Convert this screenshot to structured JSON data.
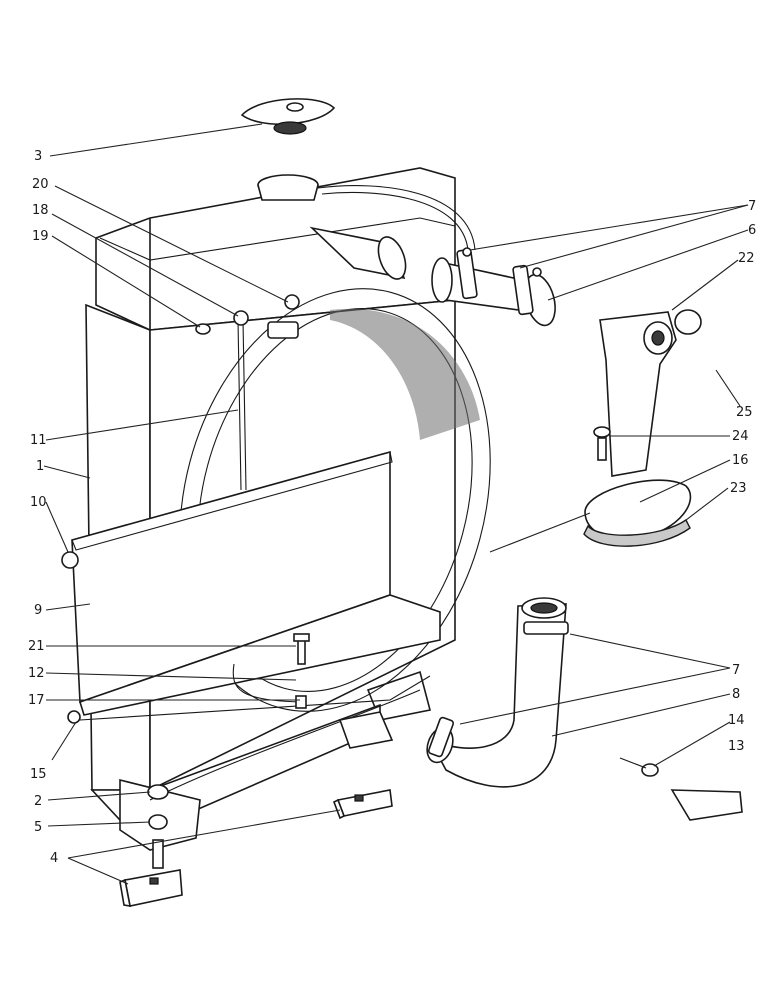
{
  "diagram": {
    "type": "exploded-parts-view",
    "callouts": [
      {
        "id": "3",
        "label": "3"
      },
      {
        "id": "20",
        "label": "20"
      },
      {
        "id": "18",
        "label": "18"
      },
      {
        "id": "19",
        "label": "19"
      },
      {
        "id": "7a",
        "label": "7"
      },
      {
        "id": "6",
        "label": "6"
      },
      {
        "id": "22",
        "label": "22"
      },
      {
        "id": "25",
        "label": "25"
      },
      {
        "id": "24",
        "label": "24"
      },
      {
        "id": "16",
        "label": "16"
      },
      {
        "id": "23",
        "label": "23"
      },
      {
        "id": "11",
        "label": "11"
      },
      {
        "id": "1",
        "label": "1"
      },
      {
        "id": "10",
        "label": "10"
      },
      {
        "id": "9",
        "label": "9"
      },
      {
        "id": "21",
        "label": "21"
      },
      {
        "id": "12",
        "label": "12"
      },
      {
        "id": "17",
        "label": "17"
      },
      {
        "id": "15",
        "label": "15"
      },
      {
        "id": "7b",
        "label": "7"
      },
      {
        "id": "8",
        "label": "8"
      },
      {
        "id": "14",
        "label": "14"
      },
      {
        "id": "13",
        "label": "13"
      },
      {
        "id": "2",
        "label": "2"
      },
      {
        "id": "5",
        "label": "5"
      },
      {
        "id": "4",
        "label": "4"
      }
    ]
  }
}
